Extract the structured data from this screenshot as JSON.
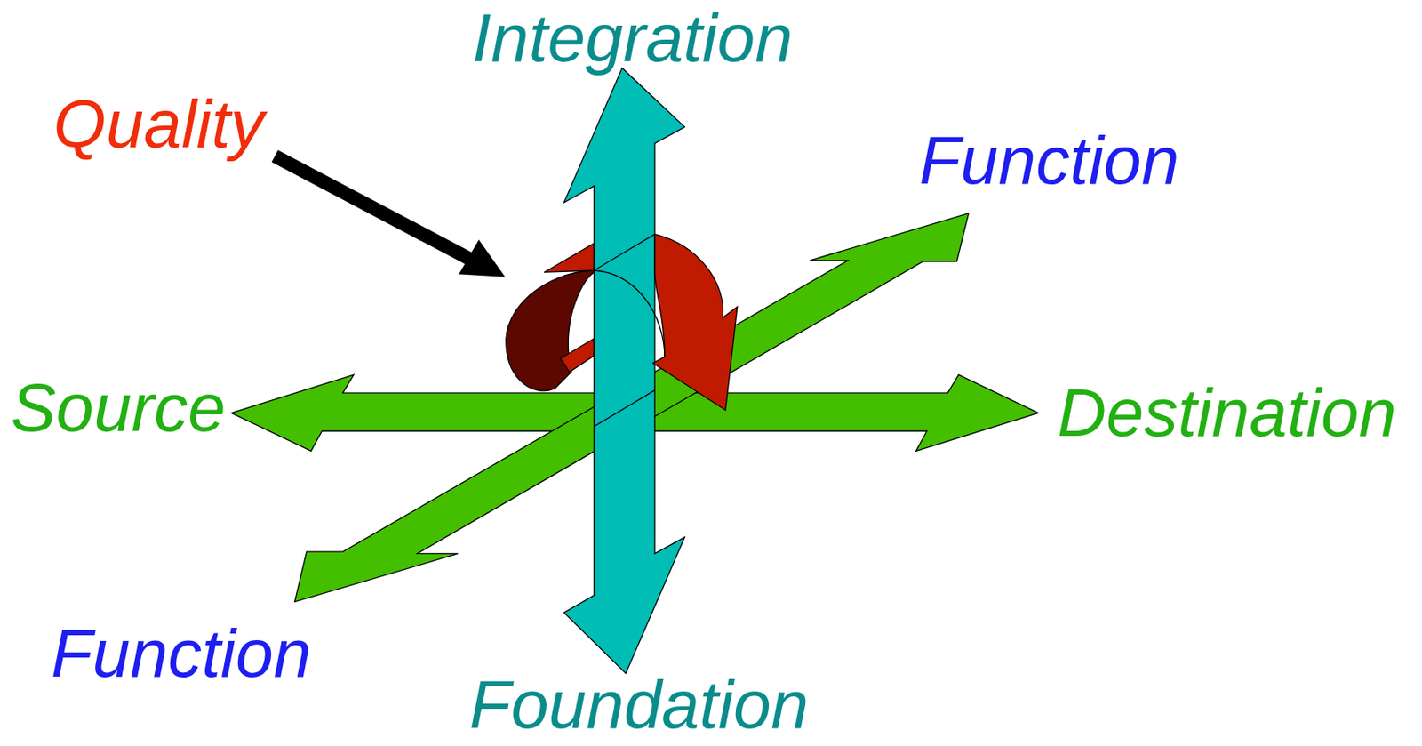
{
  "diagram": {
    "labels": [
      "Integration",
      "Quality",
      "Function",
      "Source",
      "Destination",
      "Function",
      "Foundation"
    ]
  }
}
